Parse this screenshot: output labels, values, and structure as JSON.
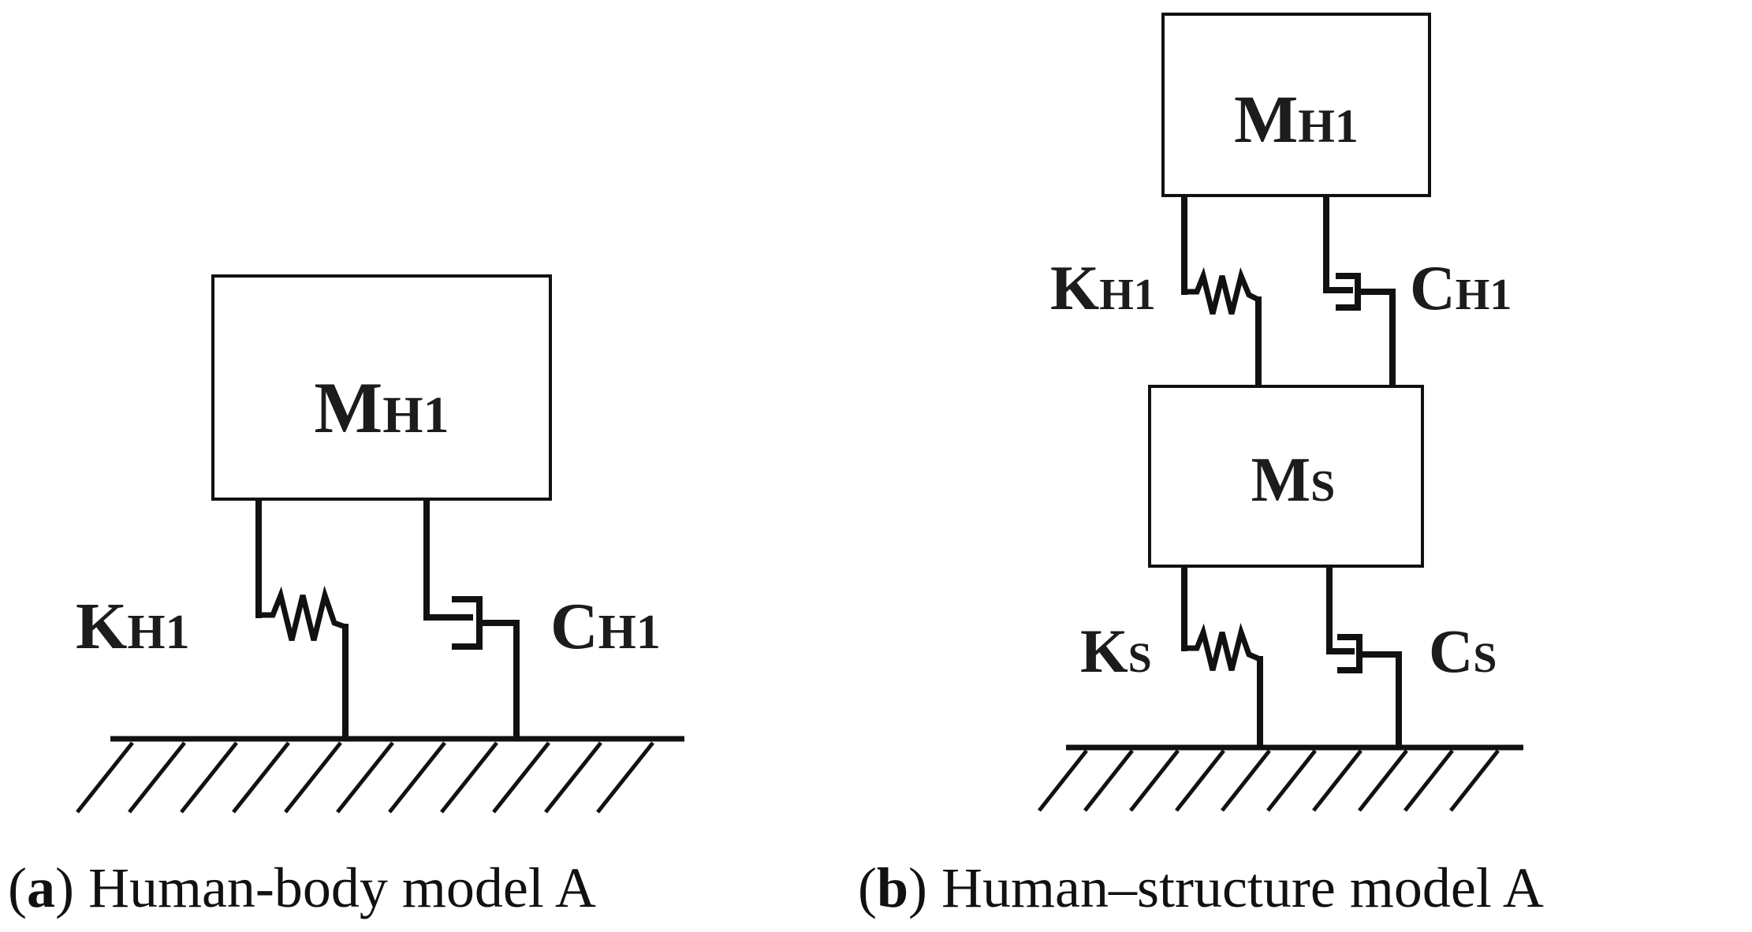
{
  "panel_a": {
    "mass": {
      "symbol": "M",
      "sub": "H1"
    },
    "spring": {
      "symbol": "K",
      "sub": "H1"
    },
    "damper": {
      "symbol": "C",
      "sub": "H1"
    },
    "caption": {
      "open": "(",
      "letter": "a",
      "close": ")",
      "text": " Human-body model A"
    }
  },
  "panel_b": {
    "upper_mass": {
      "symbol": "M",
      "sub": "H1"
    },
    "upper_spring": {
      "symbol": "K",
      "sub": "H1"
    },
    "upper_damper": {
      "symbol": "C",
      "sub": "H1"
    },
    "lower_mass": {
      "symbol": "M",
      "sub": "S"
    },
    "lower_spring": {
      "symbol": "K",
      "sub": "S"
    },
    "lower_damper": {
      "symbol": "C",
      "sub": "S"
    },
    "caption": {
      "open": "(",
      "letter": "b",
      "close": ")",
      "text": " Human–structure model A"
    }
  }
}
